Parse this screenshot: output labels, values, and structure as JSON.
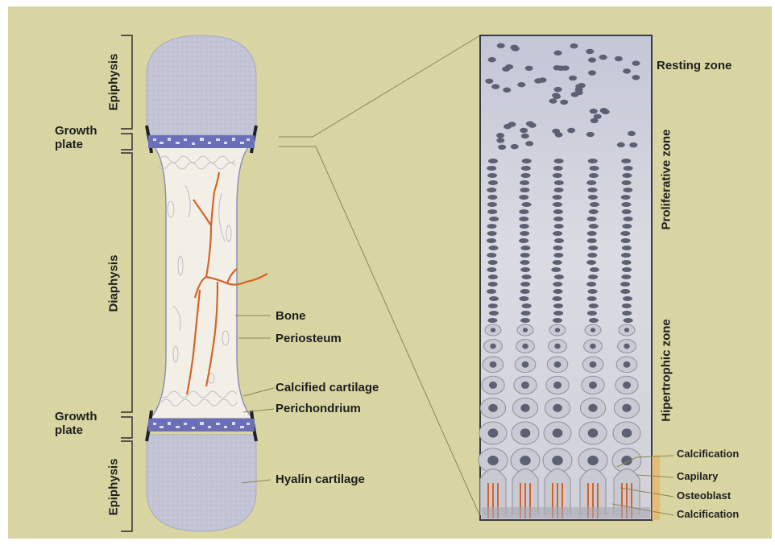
{
  "colors": {
    "background": "#d8d5a2",
    "bone_shaft": "#f2f0e6",
    "epiphysis": "#bfc2d6",
    "growth_plate": "#6a6fb8",
    "vessel": "#d5632a",
    "cell_nucleus": "#5b6072",
    "label_text": "#1e1e1e"
  },
  "left_labels": {
    "epiphysis_top": "Epiphysis",
    "growth_plate_top_line1": "Growth",
    "growth_plate_top_line2": "plate",
    "diaphysis": "Diaphysis",
    "growth_plate_bottom_line1": "Growth",
    "growth_plate_bottom_line2": "plate",
    "epiphysis_bottom": "Epiphysis"
  },
  "bone_labels": {
    "bone": "Bone",
    "periosteum": "Periosteum",
    "calcified_cartilage": "Calcified cartilage",
    "perichondrium": "Perichondrium",
    "hyalin_cartilage": "Hyalin cartilage"
  },
  "zone_labels": {
    "resting": "Resting zone",
    "proliferative": "Proliferative zone",
    "hypertrophic": "Hipertrophic zone"
  },
  "bottom_labels": {
    "calcification_top": "Calcification",
    "capilary": "Capilary",
    "osteoblast": "Osteoblast",
    "calcification_bottom": "Calcification"
  }
}
